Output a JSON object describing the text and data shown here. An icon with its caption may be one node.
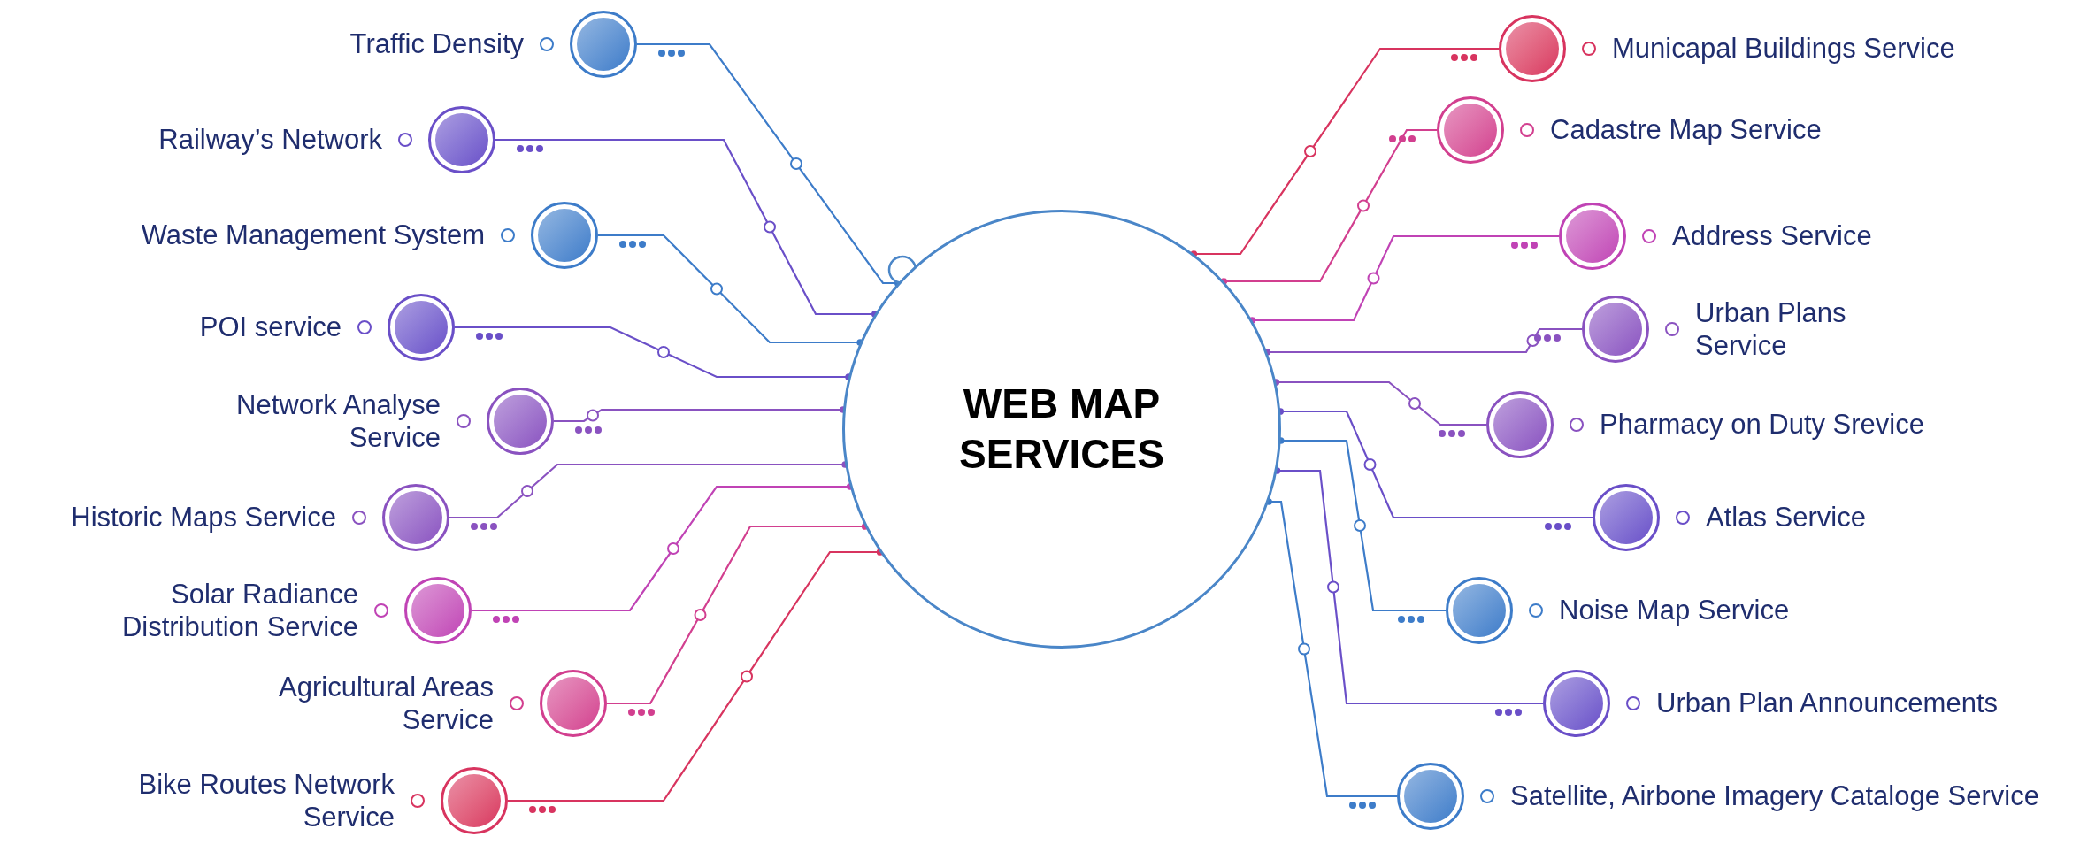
{
  "diagram": {
    "nodes": [
      {
        "text": [
          "WEB MAP SERVICES"
        ]
      },
      {
        "text": [
          "Traffic Density"
        ]
      },
      {
        "text": [
          "Railway’s Network"
        ]
      },
      {
        "text": [
          "Waste Management System"
        ]
      },
      {
        "text": [
          "POI service"
        ]
      },
      {
        "text": [
          "Network Analyse Service"
        ]
      },
      {
        "text": [
          "Historic Maps Service"
        ]
      },
      {
        "text": [
          "Solar Radiance Distribution Service"
        ]
      },
      {
        "text": [
          "Agricultural Areas Service"
        ]
      },
      {
        "text": [
          "Bike Routes Network Service"
        ]
      },
      {
        "text": [
          "Municapal Buildings Service"
        ]
      },
      {
        "text": [
          "Cadastre Map Service"
        ]
      },
      {
        "text": [
          "Address Service"
        ]
      },
      {
        "text": [
          "Urban Plans Service"
        ]
      },
      {
        "text": [
          "Pharmacy on Duty Srevice"
        ]
      },
      {
        "text": [
          "Atlas Service"
        ]
      },
      {
        "text": [
          "Noise Map Service"
        ]
      },
      {
        "text": [
          "Urban Plan Announcements"
        ]
      },
      {
        "text": [
          "Satellite, Airbone Imagery Cataloge Service"
        ]
      }
    ],
    "edges": [
      {
        "from": 1,
        "to": 0,
        "arrow": "other",
        "color": "#3d7cc9"
      },
      {
        "from": 2,
        "to": 0,
        "arrow": "other",
        "color": "#6a4fc8"
      },
      {
        "from": 3,
        "to": 0,
        "arrow": "other",
        "color": "#3d7cc9"
      },
      {
        "from": 4,
        "to": 0,
        "arrow": "other",
        "color": "#6a4fc8"
      },
      {
        "from": 5,
        "to": 0,
        "arrow": "other",
        "color": "#8a52c0"
      },
      {
        "from": 6,
        "to": 0,
        "arrow": "other",
        "color": "#8a52c0"
      },
      {
        "from": 7,
        "to": 0,
        "arrow": "other",
        "color": "#c043b5"
      },
      {
        "from": 8,
        "to": 0,
        "arrow": "other",
        "color": "#d23f8f"
      },
      {
        "from": 9,
        "to": 0,
        "arrow": "other",
        "color": "#d8345f"
      },
      {
        "from": 10,
        "to": 0,
        "arrow": "other",
        "color": "#d8345f"
      },
      {
        "from": 11,
        "to": 0,
        "arrow": "other",
        "color": "#d23f8f"
      },
      {
        "from": 12,
        "to": 0,
        "arrow": "other",
        "color": "#c043b5"
      },
      {
        "from": 13,
        "to": 0,
        "arrow": "other",
        "color": "#8a52c0"
      },
      {
        "from": 14,
        "to": 0,
        "arrow": "other",
        "color": "#8a52c0"
      },
      {
        "from": 15,
        "to": 0,
        "arrow": "other",
        "color": "#6a4fc8"
      },
      {
        "from": 16,
        "to": 0,
        "arrow": "other",
        "color": "#3d7cc9"
      },
      {
        "from": 17,
        "to": 0,
        "arrow": "other",
        "color": "#6a4fc8"
      },
      {
        "from": 18,
        "to": 0,
        "arrow": "other",
        "color": "#3d7cc9"
      }
    ]
  }
}
